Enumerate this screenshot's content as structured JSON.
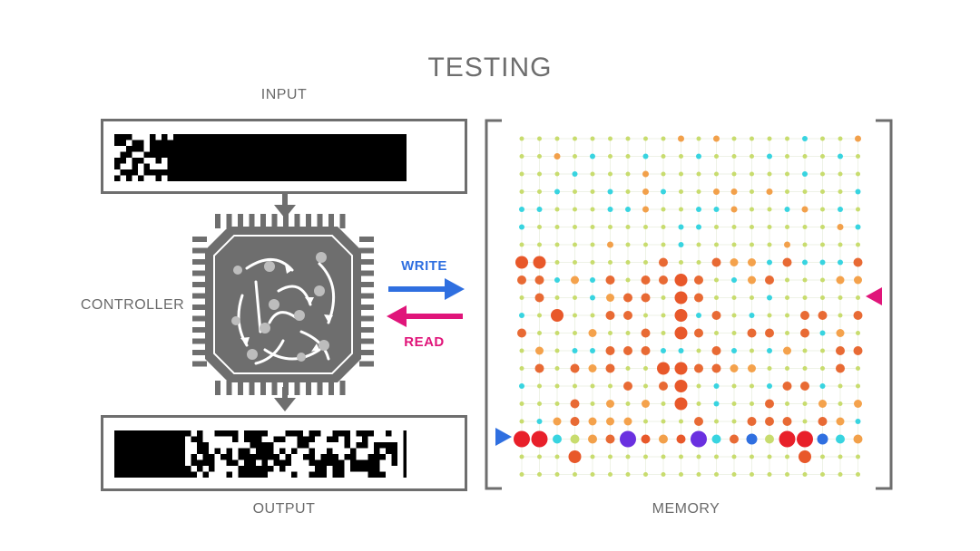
{
  "title": "TESTING",
  "labels": {
    "input": "INPUT",
    "output": "OUTPUT",
    "controller": "CONTROLLER",
    "memory": "MEMORY",
    "write": "WRITE",
    "read": "READ"
  },
  "colors": {
    "frame": "#6e6e6e",
    "write_arrow": "#2f6fe0",
    "read_arrow": "#e0157a",
    "write_head": "#2f6fe0",
    "read_head": "#e0157a",
    "memory_low": "#c8dc6e",
    "memory_mid": "#38d4e0",
    "memory_high": "#e85030",
    "memory_peak": "#8a2be2"
  },
  "icons": {
    "controller": "chip-icon",
    "write_head": "write-head-icon",
    "read_head": "read-head-icon"
  }
}
